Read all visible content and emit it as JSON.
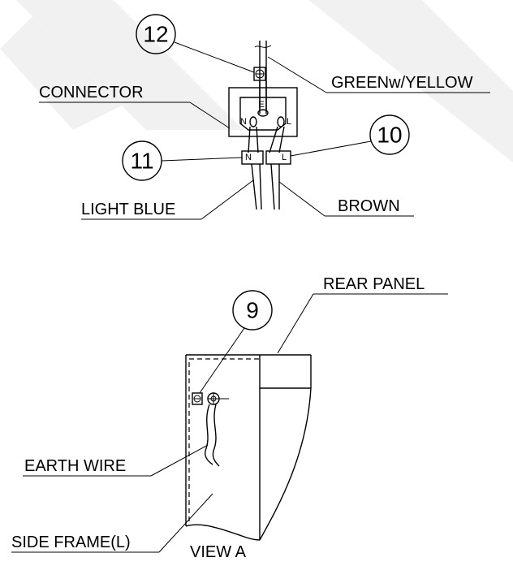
{
  "callouts": {
    "c12": "12",
    "c10": "10",
    "c11": "11",
    "c9": "9"
  },
  "labels": {
    "green_yellow": "GREENw/YELLOW",
    "connector": "CONNECTOR",
    "light_blue": "LIGHT BLUE",
    "brown": "BROWN",
    "rear_panel": "REAR PANEL",
    "earth_wire": "EARTH WIRE",
    "side_frame": "SIDE FRAME(L)",
    "view": "VIEW A"
  },
  "terminals": {
    "neutral": "N",
    "live": "L",
    "earth": "E",
    "sleeve_n": "N",
    "sleeve_l": "L"
  }
}
